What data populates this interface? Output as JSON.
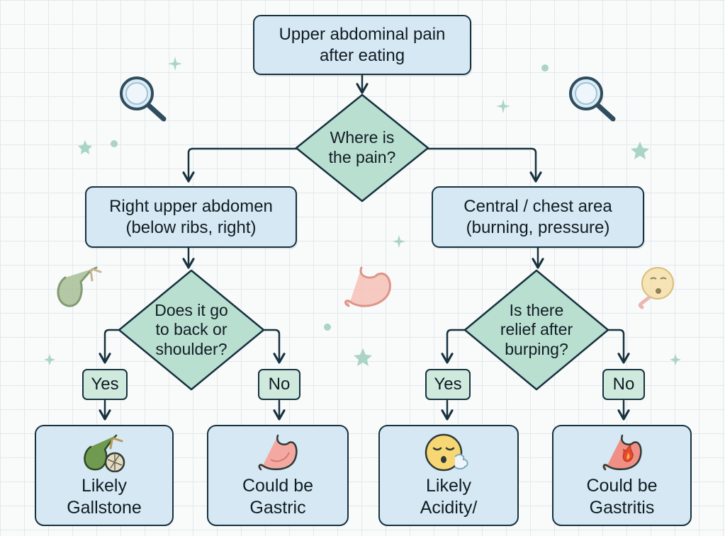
{
  "nodes": {
    "start": {
      "line1": "Upper abdominal pain",
      "line2": "after eating"
    },
    "q1": {
      "line1": "Where is",
      "line2": "the pain?"
    },
    "right_upper": {
      "line1": "Right upper abdomen",
      "line2": "(below ribs, right)"
    },
    "central": {
      "line1": "Central / chest area",
      "line2": "(burning, pressure)"
    },
    "q2": {
      "line1": "Does it go",
      "line2": "to back or",
      "line3": "shoulder?"
    },
    "q3": {
      "line1": "Is there",
      "line2": "relief after",
      "line3": "burping?"
    },
    "yes_left": "Yes",
    "no_left": "No",
    "yes_right": "Yes",
    "no_right": "No",
    "gallstone": {
      "line1": "Likely",
      "line2": "Gallstone",
      "icon": "gallbladder-stone-icon"
    },
    "gastric": {
      "line1": "Could be",
      "line2": "Gastric",
      "icon": "stomach-icon"
    },
    "acidity": {
      "line1": "Likely",
      "line2": "Acidity/",
      "icon": "burping-face-icon"
    },
    "gastritis": {
      "line1": "Could be",
      "line2": "Gastritis",
      "icon": "inflamed-stomach-icon"
    }
  },
  "colors": {
    "box_fill": "#d5e8f3",
    "diamond_fill": "#b9dfd0",
    "label_fill": "#cfe9dd",
    "stroke": "#17323f",
    "stomach": "#f3a9a1",
    "gallbladder": "#6f9a4f"
  }
}
